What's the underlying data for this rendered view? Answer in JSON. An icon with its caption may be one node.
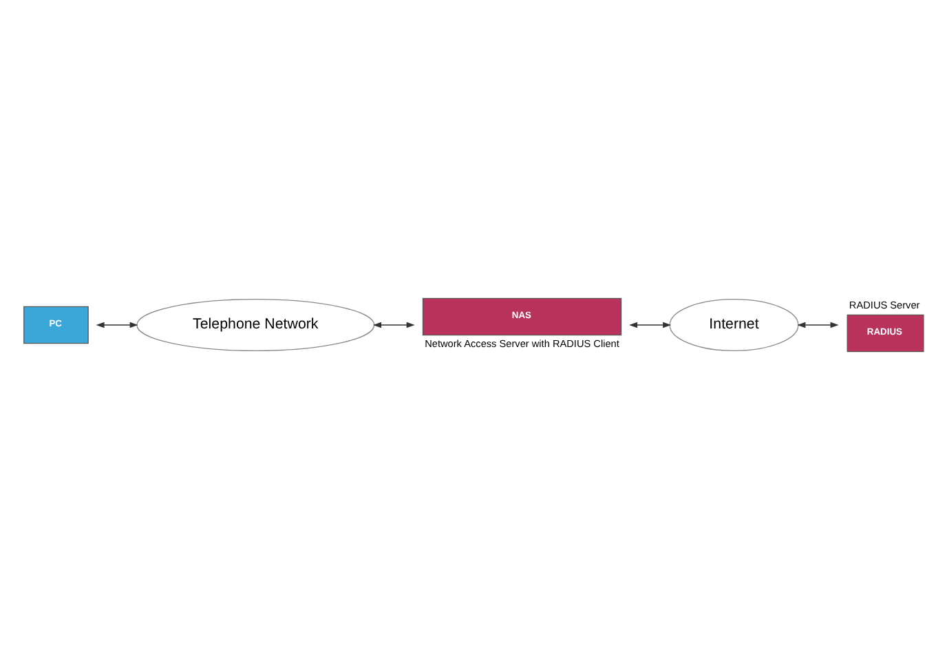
{
  "diagram": {
    "nodes": [
      {
        "text": [
          "RADIUS Server",
          "RADIUS"
        ]
      },
      {
        "text": [
          "Internet"
        ]
      },
      {
        "text": [
          "PC"
        ]
      },
      {
        "text": [
          "Telephone Network"
        ]
      },
      {
        "text": [
          "NAS"
        ],
        "beside": [
          "Network Access Server with RADIUS Client"
        ]
      }
    ],
    "edges": [
      {
        "from": 2,
        "to": 3,
        "arrow": "both"
      },
      {
        "from": 3,
        "to": 4,
        "arrow": "both"
      },
      {
        "from": 4,
        "to": 1,
        "arrow": "both"
      },
      {
        "from": 1,
        "to": 0,
        "arrow": "both"
      }
    ]
  }
}
